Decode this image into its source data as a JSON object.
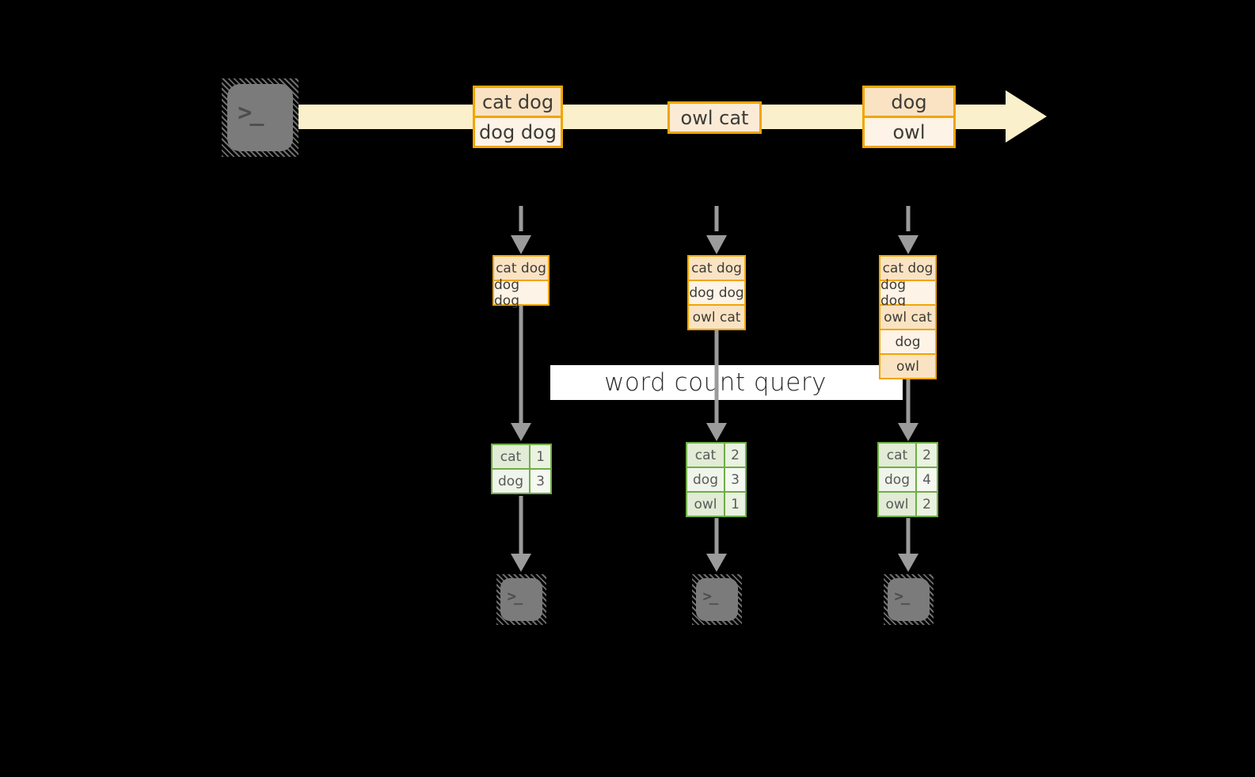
{
  "label": {
    "text": "word count query"
  },
  "icons": {
    "terminal_glyph": ">_"
  },
  "colors": {
    "background": "#000000",
    "stream_fill": "#FAF0CB",
    "orange_border": "#F0A502",
    "event_row_dark": "#FAE3C3",
    "event_row_light": "#FDF3E6",
    "green_border": "#70AD47",
    "green_cell_dark": "#E1EBD6",
    "green_cell_light": "#EFF5EA",
    "arrow_gray": "#9B9B9B",
    "label_bg": "#FFFFFF",
    "terminal_gray": "#7B7B7B"
  },
  "stream": {
    "events": [
      {
        "rows": [
          "cat dog",
          "dog dog"
        ]
      },
      {
        "rows": [
          "owl cat"
        ]
      },
      {
        "rows": [
          "dog",
          "owl"
        ]
      }
    ]
  },
  "columns": [
    {
      "state_rows": [
        "cat dog",
        "dog dog"
      ],
      "counts": [
        {
          "word": "cat",
          "count": "1"
        },
        {
          "word": "dog",
          "count": "3"
        }
      ]
    },
    {
      "state_rows": [
        "cat dog",
        "dog dog",
        "owl cat"
      ],
      "counts": [
        {
          "word": "cat",
          "count": "2"
        },
        {
          "word": "dog",
          "count": "3"
        },
        {
          "word": "owl",
          "count": "1"
        }
      ]
    },
    {
      "state_rows": [
        "cat dog",
        "dog dog",
        "owl cat",
        "dog",
        "owl"
      ],
      "counts": [
        {
          "word": "cat",
          "count": "2"
        },
        {
          "word": "dog",
          "count": "4"
        },
        {
          "word": "owl",
          "count": "2"
        }
      ]
    }
  ]
}
